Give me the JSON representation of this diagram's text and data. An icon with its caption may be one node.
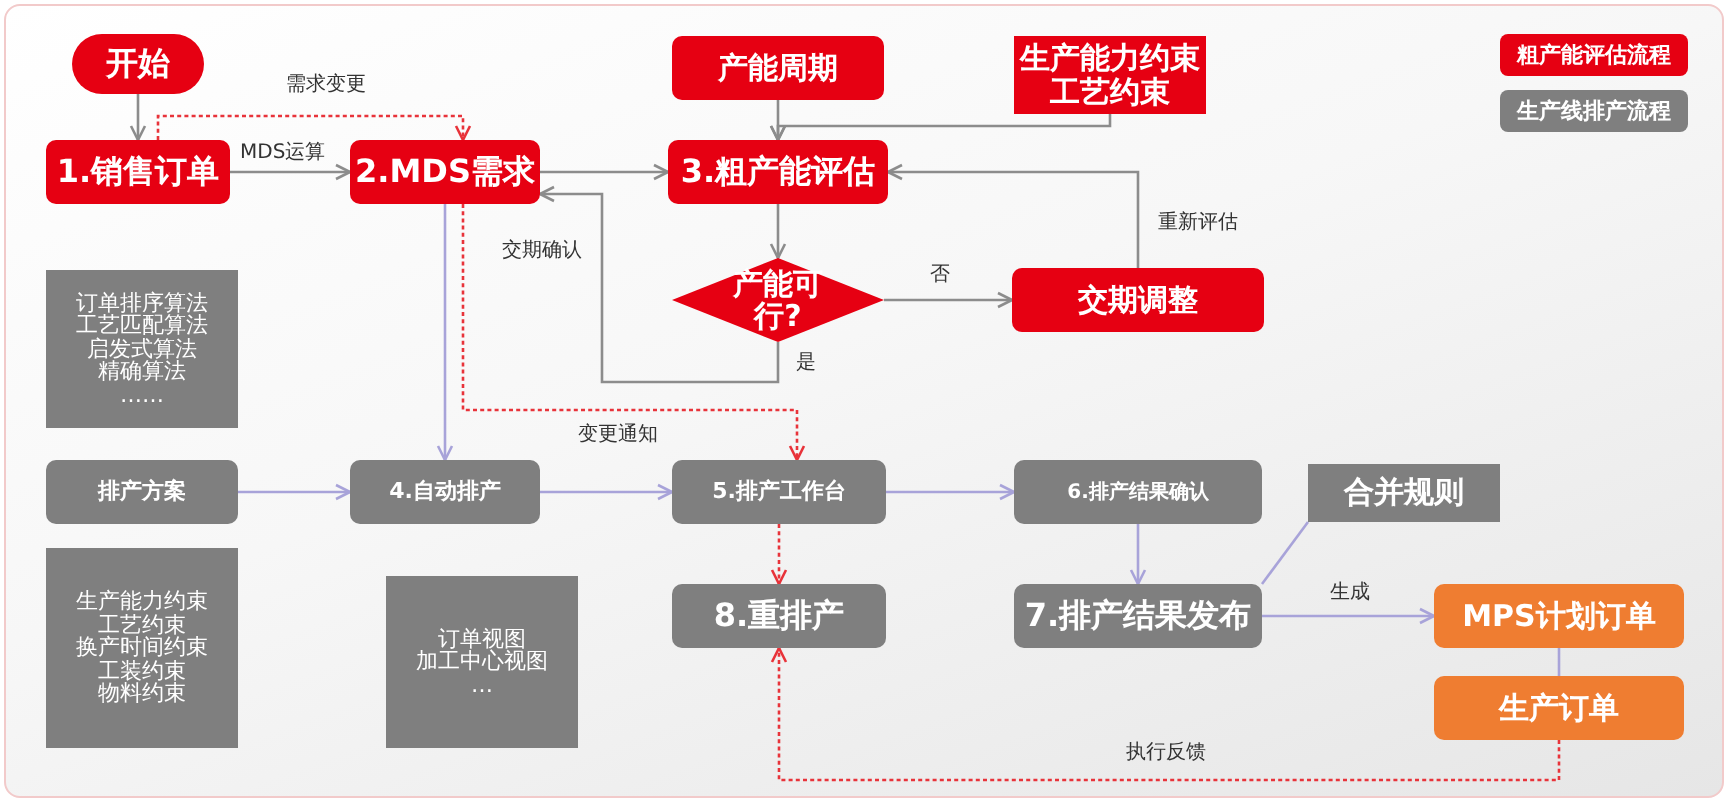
{
  "diagram": {
    "nodes": [
      {
        "text": [
          "开始"
        ]
      },
      {
        "text": [
          "1.销售订单"
        ]
      },
      {
        "text": [
          "2.MDS需求"
        ]
      },
      {
        "text": [
          "产能周期"
        ]
      },
      {
        "text": [
          "生产能力约束",
          "工艺约束"
        ]
      },
      {
        "text": [
          "3.粗产能评估"
        ]
      },
      {
        "text": [
          "产能可行?"
        ]
      },
      {
        "text": [
          "交期调整"
        ]
      },
      {
        "text": [
          "订单排序算法",
          "工艺匹配算法",
          "启发式算法",
          "精确算法",
          "……"
        ]
      },
      {
        "text": [
          "排产方案"
        ]
      },
      {
        "text": [
          "4.自动排产"
        ]
      },
      {
        "text": [
          "5.排产工作台"
        ]
      },
      {
        "text": [
          "6.排产结果确认"
        ]
      },
      {
        "text": [
          "合并规则"
        ]
      },
      {
        "text": [
          "生产能力约束",
          "工艺约束",
          "换产时间约束",
          "工装约束",
          "物料约束"
        ]
      },
      {
        "text": [
          "订单视图",
          "加工中心视图",
          "…"
        ]
      },
      {
        "text": [
          "8.重排产"
        ]
      },
      {
        "text": [
          "7.排产结果发布"
        ]
      },
      {
        "text": [
          "MPS计划订单"
        ]
      },
      {
        "text": [
          "生产订单"
        ]
      }
    ],
    "edges": [
      {
        "from": 0,
        "to": 1,
        "arrow": "to"
      },
      {
        "from": 1,
        "to": 2,
        "arrow": "to",
        "label": "MDS运算"
      },
      {
        "from": 1,
        "to": 2,
        "arrow": "to",
        "label": "需求变更",
        "style": "dashed",
        "color": "#e8333a"
      },
      {
        "from": 2,
        "to": 5,
        "arrow": "to"
      },
      {
        "from": 3,
        "to": 5,
        "arrow": "to"
      },
      {
        "from": 4,
        "to": 5,
        "arrow": "to"
      },
      {
        "from": 5,
        "to": 6,
        "arrow": "to"
      },
      {
        "from": 6,
        "to": 2,
        "arrow": "to",
        "label": "是"
      },
      {
        "from": 6,
        "to": 7,
        "arrow": "to",
        "label": "否"
      },
      {
        "from": 7,
        "to": 5,
        "arrow": "to",
        "label": "重新评估"
      },
      {
        "from": 2,
        "to": 10,
        "arrow": "to",
        "color": "#a8a3d9"
      },
      {
        "from": 2,
        "to": 11,
        "arrow": "to",
        "label": "变更通知",
        "style": "dashed",
        "color": "#e8333a"
      },
      {
        "from": 9,
        "to": 10,
        "arrow": "to",
        "color": "#a8a3d9"
      },
      {
        "from": 10,
        "to": 11,
        "arrow": "to",
        "color": "#a8a3d9"
      },
      {
        "from": 11,
        "to": 12,
        "arrow": "to",
        "color": "#a8a3d9"
      },
      {
        "from": 12,
        "to": 17,
        "arrow": "to",
        "color": "#a8a3d9"
      },
      {
        "from": 11,
        "to": 16,
        "arrow": "to",
        "style": "dashed",
        "color": "#e8333a"
      },
      {
        "from": 13,
        "to": 17,
        "arrow": "none",
        "color": "#a8a3d9"
      },
      {
        "from": 17,
        "to": 18,
        "arrow": "to",
        "label": "生成",
        "color": "#a8a3d9"
      },
      {
        "from": 18,
        "to": 19,
        "arrow": "none",
        "color": "#a8a3d9"
      },
      {
        "from": 19,
        "to": 16,
        "arrow": "to",
        "label": "执行反馈",
        "style": "dashed",
        "color": "#e8333a"
      }
    ],
    "labels": [
      "交期确认"
    ],
    "legend": [
      {
        "text": "粗产能评估流程",
        "color": "#e60012"
      },
      {
        "text": "生产线排产流程",
        "color": "#7f7f7f"
      }
    ]
  }
}
